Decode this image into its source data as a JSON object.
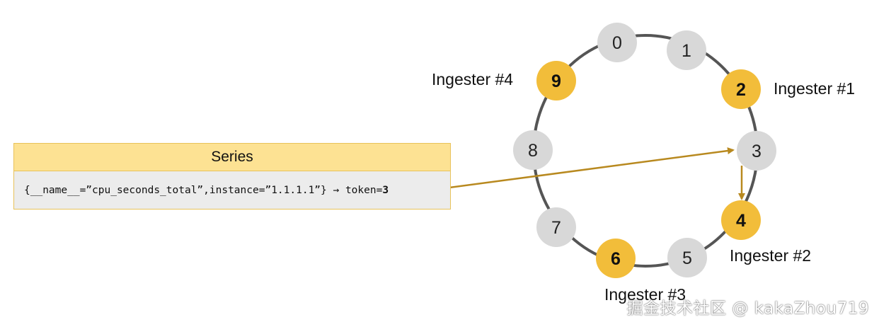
{
  "series": {
    "header": "Series",
    "label_text": "{__name__=”cpu_seconds_total”,instance=”1.1.1.1”} → token=",
    "token_value": "3"
  },
  "ring": {
    "tokens": [
      {
        "label": "0",
        "highlighted": false
      },
      {
        "label": "1",
        "highlighted": false
      },
      {
        "label": "2",
        "highlighted": true
      },
      {
        "label": "3",
        "highlighted": false
      },
      {
        "label": "4",
        "highlighted": true
      },
      {
        "label": "5",
        "highlighted": false
      },
      {
        "label": "6",
        "highlighted": true
      },
      {
        "label": "7",
        "highlighted": false
      },
      {
        "label": "8",
        "highlighted": false
      },
      {
        "label": "9",
        "highlighted": true
      }
    ],
    "ingesters": [
      {
        "label": "Ingester #1",
        "token": "2"
      },
      {
        "label": "Ingester #2",
        "token": "4"
      },
      {
        "label": "Ingester #3",
        "token": "6"
      },
      {
        "label": "Ingester #4",
        "token": "9"
      }
    ]
  },
  "colors": {
    "token_default": "#d8d8d8",
    "token_highlight": "#f2bd3a",
    "ring_stroke": "#555555",
    "arrow": "#b8891f",
    "box_header": "#fde293",
    "box_body": "#ececec",
    "box_border": "#e8c25a"
  },
  "watermark": "掘金技术社区 @ kakaZhou719"
}
